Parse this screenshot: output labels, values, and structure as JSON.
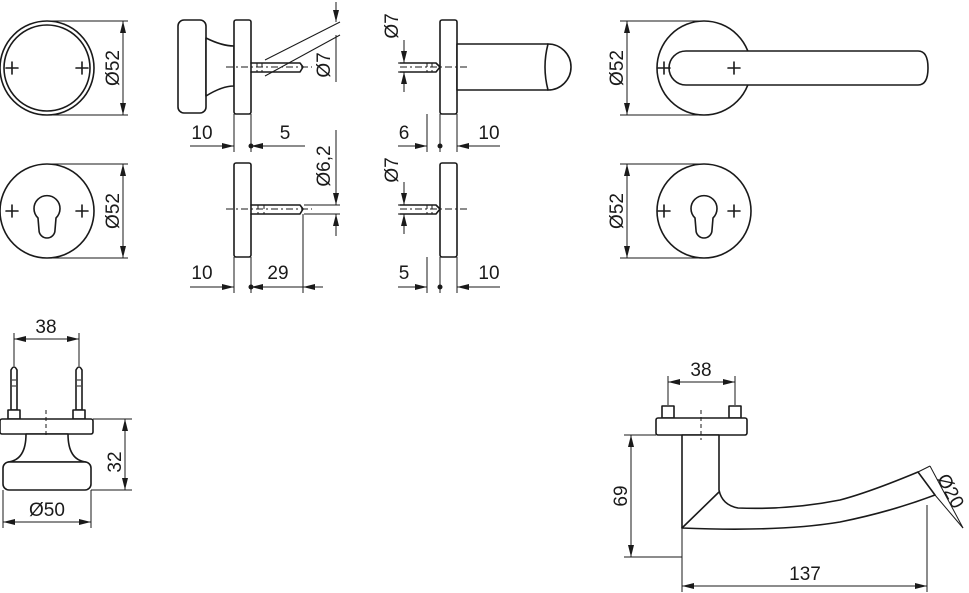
{
  "dimensions": {
    "knob_rose_diameter": "Ø52",
    "lever_rose_diameter": "Ø52",
    "keyhole_rose_left_diameter": "Ø52",
    "keyhole_rose_right_diameter": "Ø52",
    "knob_rose_thickness": "10",
    "knob_spindle_offset": "5",
    "knob_pin_diameter": "Ø7",
    "keyhole_rose_thickness": "10",
    "keyhole_screw_length": "29",
    "keyhole_screw_diameter": "Ø6,2",
    "lever_offset": "6",
    "lever_rose_thickness": "10",
    "lever_pin_diameter": "Ø7",
    "keyhole2_offset": "5",
    "keyhole2_thickness": "10",
    "keyhole2_pin_diameter": "Ø7",
    "knob_screw_spacing": "38",
    "knob_height": "32",
    "knob_diameter": "Ø50",
    "lever_screw_spacing": "38",
    "lever_height": "69",
    "lever_length": "137",
    "lever_grip_diameter": "Ø20"
  }
}
